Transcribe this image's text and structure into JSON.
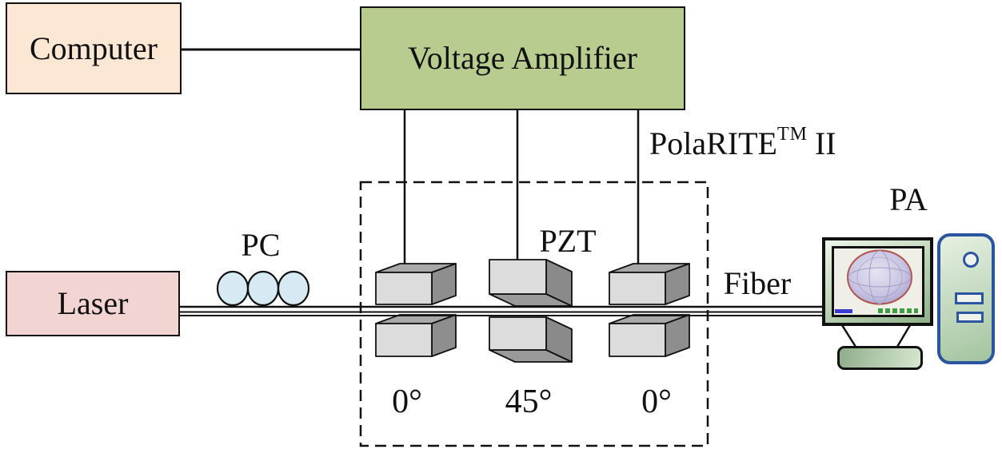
{
  "blocks": {
    "computer": {
      "label": "Computer"
    },
    "voltage_amplifier": {
      "label": "Voltage Amplifier"
    },
    "laser": {
      "label": "Laser"
    }
  },
  "labels": {
    "polarite": {
      "name": "PolaRITE",
      "superscript": "TM",
      "suffix": "II"
    },
    "pc": "PC",
    "pzt": "PZT",
    "fiber": "Fiber",
    "pa": "PA",
    "angles": [
      "0°",
      "45°",
      "0°"
    ]
  },
  "colors": {
    "computer_fill": "#fbe7d3",
    "amplifier_fill": "#b9cc90",
    "laser_fill": "#f2d5d3",
    "pc_loop_fill": "#d7eaf4",
    "pzt_face_front": "#dcdcdc",
    "pzt_face_top": "#a8a8a8",
    "pzt_face_side": "#8e8e8e",
    "line": "#111111",
    "tower_accent": "#2b55a0",
    "sphere_outline": "#b2544e",
    "sphere_fill": "#c9c5e2",
    "screen_caption_blue": "#3b3bd0",
    "screen_caption_green": "#3f9e3f"
  }
}
